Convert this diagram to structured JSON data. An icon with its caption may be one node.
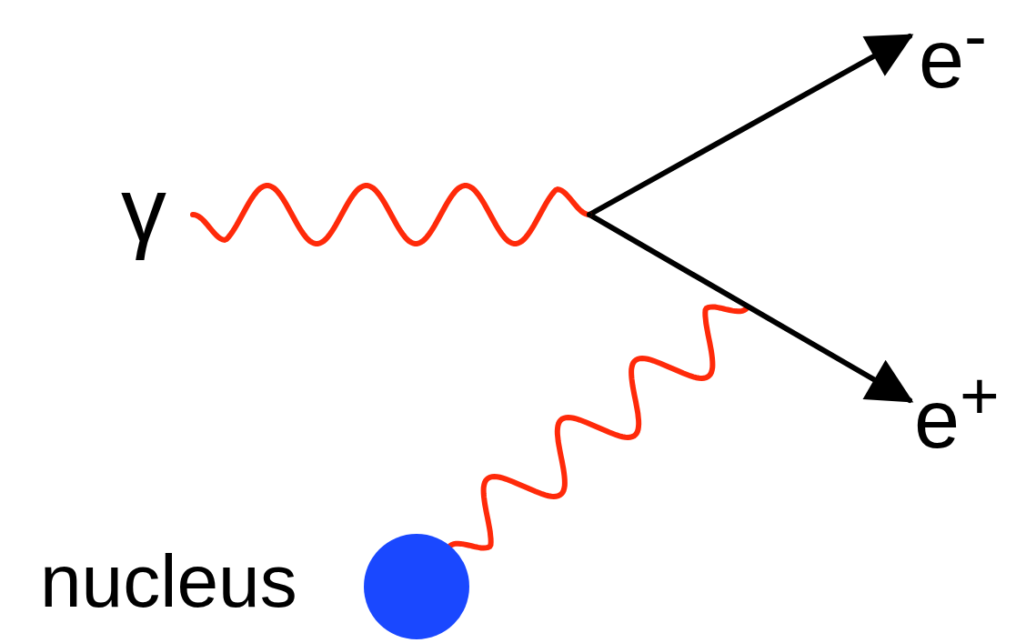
{
  "diagram": {
    "nodes": [
      {
        "text": [
          "γ"
        ]
      },
      {
        "text": [],
        "shape": "point"
      },
      {
        "text": [
          "e$^{-}$"
        ]
      },
      {
        "text": [
          "e$^{+}$"
        ]
      },
      {
        "text": [],
        "shape": "circle",
        "beside": [
          "nucleus"
        ]
      }
    ],
    "edges": [
      {
        "from": 0,
        "to": 1,
        "arrow": "none",
        "color": "#ff2a0a"
      },
      {
        "from": 1,
        "to": 2,
        "arrow": "to",
        "color": "#000000"
      },
      {
        "from": 1,
        "to": 3,
        "arrow": "to",
        "color": "#000000"
      },
      {
        "from": 4,
        "to": null,
        "arrow": "none",
        "color": "#ff2a0a"
      }
    ]
  }
}
